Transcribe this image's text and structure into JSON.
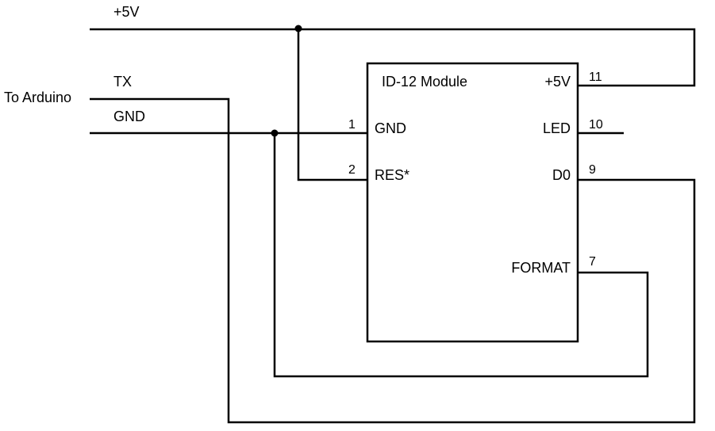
{
  "module": {
    "title": "ID-12 Module",
    "pins": {
      "p1": {
        "number": "1",
        "name": "GND"
      },
      "p2": {
        "number": "2",
        "name": "RES*"
      },
      "p11": {
        "number": "11",
        "name": "+5V"
      },
      "p10": {
        "number": "10",
        "name": "LED"
      },
      "p9": {
        "number": "9",
        "name": "D0"
      },
      "p7": {
        "number": "7",
        "name": "FORMAT"
      }
    }
  },
  "arduino": {
    "label": "To Arduino",
    "tx": "TX",
    "gnd": "GND"
  },
  "rails": {
    "vcc": "+5V"
  }
}
